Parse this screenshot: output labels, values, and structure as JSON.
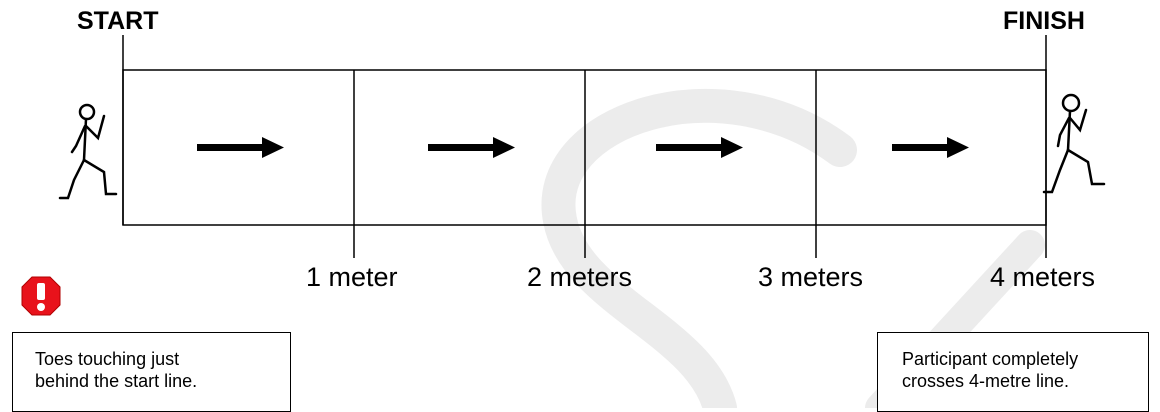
{
  "diagram": {
    "start_label": "START",
    "finish_label": "FINISH",
    "distance_markers": [
      "1 meter",
      "2 meters",
      "3 meters",
      "4 meters"
    ],
    "start_note_lines": [
      "Toes touching just",
      "behind the start line."
    ],
    "finish_note_lines": [
      "Participant completely",
      "crosses 4-metre line."
    ],
    "colors": {
      "warning": "#e8121b",
      "line": "#000000",
      "watermark": "#e6e6e6"
    },
    "icons": [
      "stick-figure-icon",
      "arrow-right-icon",
      "warning-octagon-icon"
    ]
  }
}
